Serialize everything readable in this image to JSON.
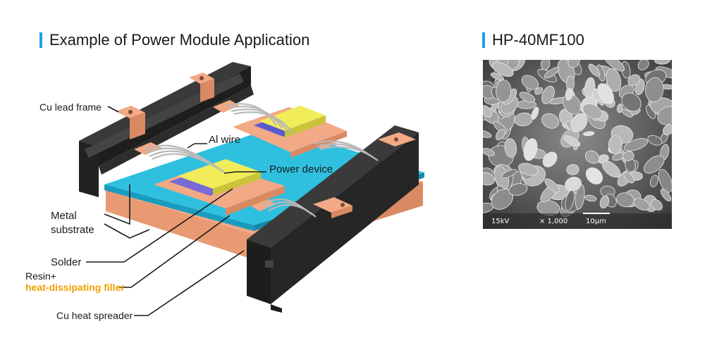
{
  "left_heading": "Example of Power Module Application",
  "right_heading": "HP-40MF100",
  "accent_color": "#1aa3e0",
  "labels": {
    "cu_lead_frame": "Cu lead frame",
    "al_wire": "Al wire",
    "power_device": "Power device",
    "metal": "Metal",
    "substrate": "substrate",
    "solder": "Solder",
    "resin": "Resin+",
    "filler": "heat-dissipating filler",
    "cu_heat_spreader": "Cu heat spreader"
  },
  "sem": {
    "kv": "15kV",
    "mag": "× 1,000",
    "scale": "10μm"
  },
  "colors": {
    "cu": "#f2a985",
    "cu_dark": "#d98a63",
    "substrate": "#2fc0e0",
    "device": "#f0ec5a",
    "solder": "#7a6ad6",
    "frame": "#2a2a2a",
    "filler_text": "#f0a000"
  }
}
